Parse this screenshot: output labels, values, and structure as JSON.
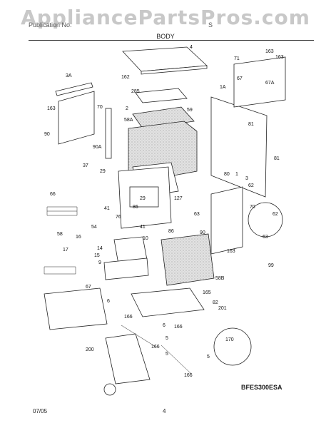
{
  "header": {
    "watermark": "AppliancePartsPros.com",
    "left_text": "Publication No.",
    "right_text": "S",
    "section_title": "BODY"
  },
  "footer": {
    "diagram_code": "BFES300ESA",
    "date": "07/05",
    "page_number": "4"
  },
  "callouts": [
    "4",
    "162",
    "3A",
    "285",
    "59",
    "1A",
    "71",
    "163",
    "67",
    "163",
    "67A",
    "70",
    "2",
    "163",
    "58A",
    "81",
    "90",
    "90A",
    "81",
    "37",
    "80",
    "1",
    "29",
    "3",
    "127",
    "62",
    "66",
    "41",
    "76",
    "86",
    "29",
    "63",
    "70",
    "41",
    "86",
    "90",
    "62",
    "54",
    "16",
    "10",
    "163",
    "63",
    "58",
    "17",
    "14",
    "15",
    "9",
    "99",
    "67",
    "58B",
    "6",
    "82",
    "165",
    "166",
    "201",
    "170",
    "6",
    "166",
    "5",
    "166",
    "200",
    "5",
    "5",
    "166"
  ]
}
